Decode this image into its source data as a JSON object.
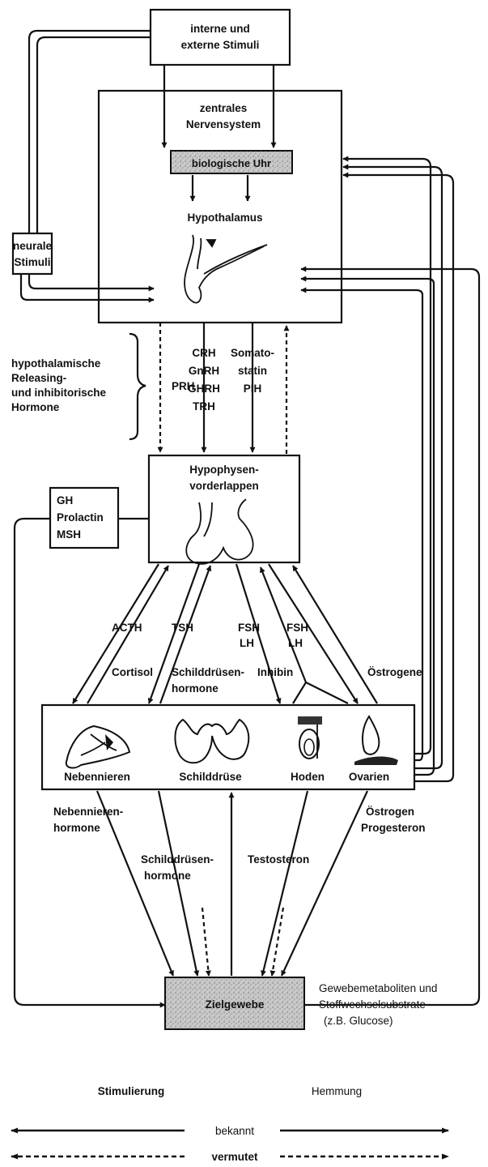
{
  "labels": {
    "stimuli_line1": "interne und",
    "stimuli_line2": "externe Stimuli",
    "cns_line1": "zentrales",
    "cns_line2": "Nervensystem",
    "clock": "biologische Uhr",
    "hypothalamus": "Hypothalamus",
    "neural_line1": "neurale",
    "neural_line2": "Stimuli",
    "releasing_line1": "hypothalamische",
    "releasing_line2": "Releasing-",
    "releasing_line3": "und inhibitorische",
    "releasing_line4": "Hormone",
    "prh": "PRH",
    "crh": "CRH",
    "gnrh": "GnRH",
    "ghrh": "GHRH",
    "trh": "TRH",
    "somato_line1": "Somato-",
    "somato_line2": "statin",
    "pih": "PIH",
    "pituitary_line1": "Hypophysen-",
    "pituitary_line2": "vorderlappen",
    "gh": "GH",
    "prolactin": "Prolactin",
    "msh": "MSH",
    "acth": "ACTH",
    "tsh": "TSH",
    "fsh1": "FSH",
    "lh1": "LH",
    "fsh2": "FSH",
    "lh2": "LH",
    "cortisol": "Cortisol",
    "thyroid_hormones_line1": "Schilddrüsen-",
    "thyroid_hormones_line2": "hormone",
    "inhibin": "Inhibin",
    "estrogens": "Östrogene",
    "adrenal": "Nebennieren",
    "thyroid": "Schilddrüse",
    "testes": "Hoden",
    "ovaries": "Ovarien",
    "adrenal_hormones_line1": "Nebennieren-",
    "adrenal_hormones_line2": "hormone",
    "thyroid_hormones2_line1": "Schilddrüsen-",
    "thyroid_hormones2_line2": "hormone",
    "testosterone": "Testosteron",
    "estrogen": "Östrogen",
    "progesterone": "Progesteron",
    "target_tissue": "Zielgewebe",
    "metabolites_line1": "Gewebemetaboliten und",
    "metabolites_line2": "Stoffwechselsubstrate",
    "metabolites_line3": "(z.B. Glucose)"
  },
  "legend": {
    "stimulation": "Stimulierung",
    "inhibition": "Hemmung",
    "known": "bekannt",
    "suspected": "vermutet"
  }
}
